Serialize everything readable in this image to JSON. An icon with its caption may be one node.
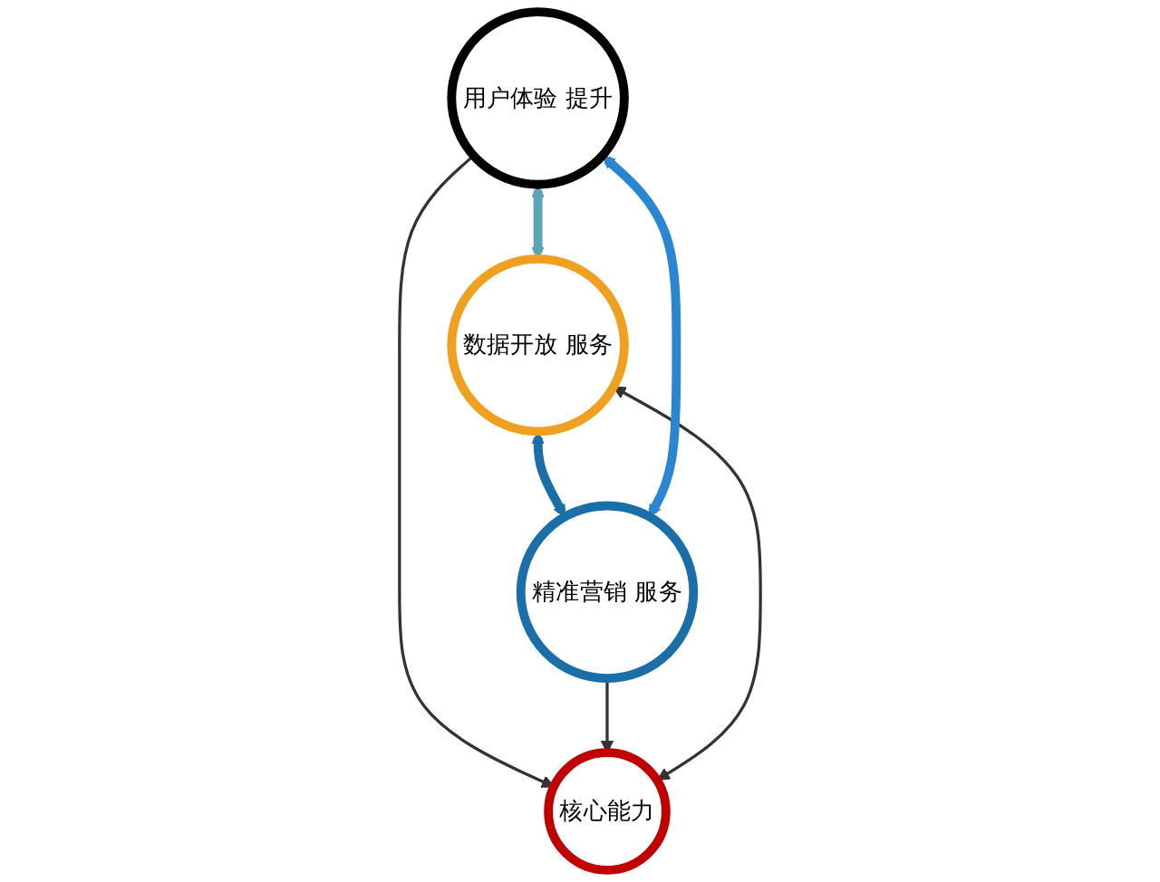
{
  "diagram": {
    "nodes": [
      {
        "text": [
          "数据开放 服务"
        ]
      },
      {
        "text": [
          "核心能力"
        ]
      },
      {
        "text": [
          "用户体验 提升"
        ]
      },
      {
        "text": [
          "精准营销 服务"
        ]
      }
    ],
    "edges": [
      {
        "from": 1,
        "to": 0,
        "arrow": "both"
      },
      {
        "from": 2,
        "to": 1,
        "arrow": "to"
      },
      {
        "from": 3,
        "to": 1,
        "arrow": "to"
      },
      {
        "from": 2,
        "to": 0,
        "arrow": "both",
        "style": "thick",
        "color": "#5ba3b8"
      },
      {
        "from": 0,
        "to": 3,
        "arrow": "both",
        "style": "thick",
        "color": "#1a6fa8"
      },
      {
        "from": 2,
        "to": 3,
        "arrow": "both",
        "style": "thick",
        "color": "#2a86d0"
      }
    ]
  }
}
